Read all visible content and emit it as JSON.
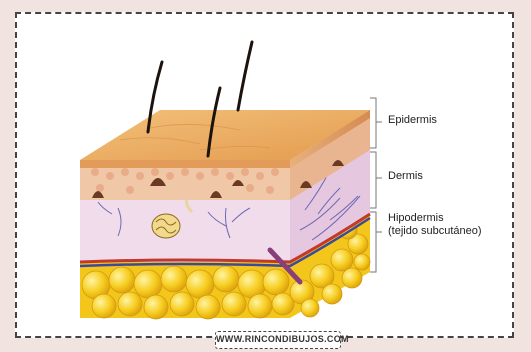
{
  "labels": {
    "epidermis": "Epidermis",
    "dermis": "Dermis",
    "hipodermis": "Hipodermis",
    "hipodermis_sub": "(tejido subcutáneo)"
  },
  "watermark": "WWW.RINCONDIBUJOS.COM",
  "colors": {
    "background": "#f1e3df",
    "epidermis": "#e9ab62",
    "dermis": "#f0c8a8",
    "hipodermis": "#f1dcec",
    "fat": "#f4c51f",
    "hair": "#1d130c",
    "artery": "#c0392b",
    "vein": "#3b4a9c"
  }
}
